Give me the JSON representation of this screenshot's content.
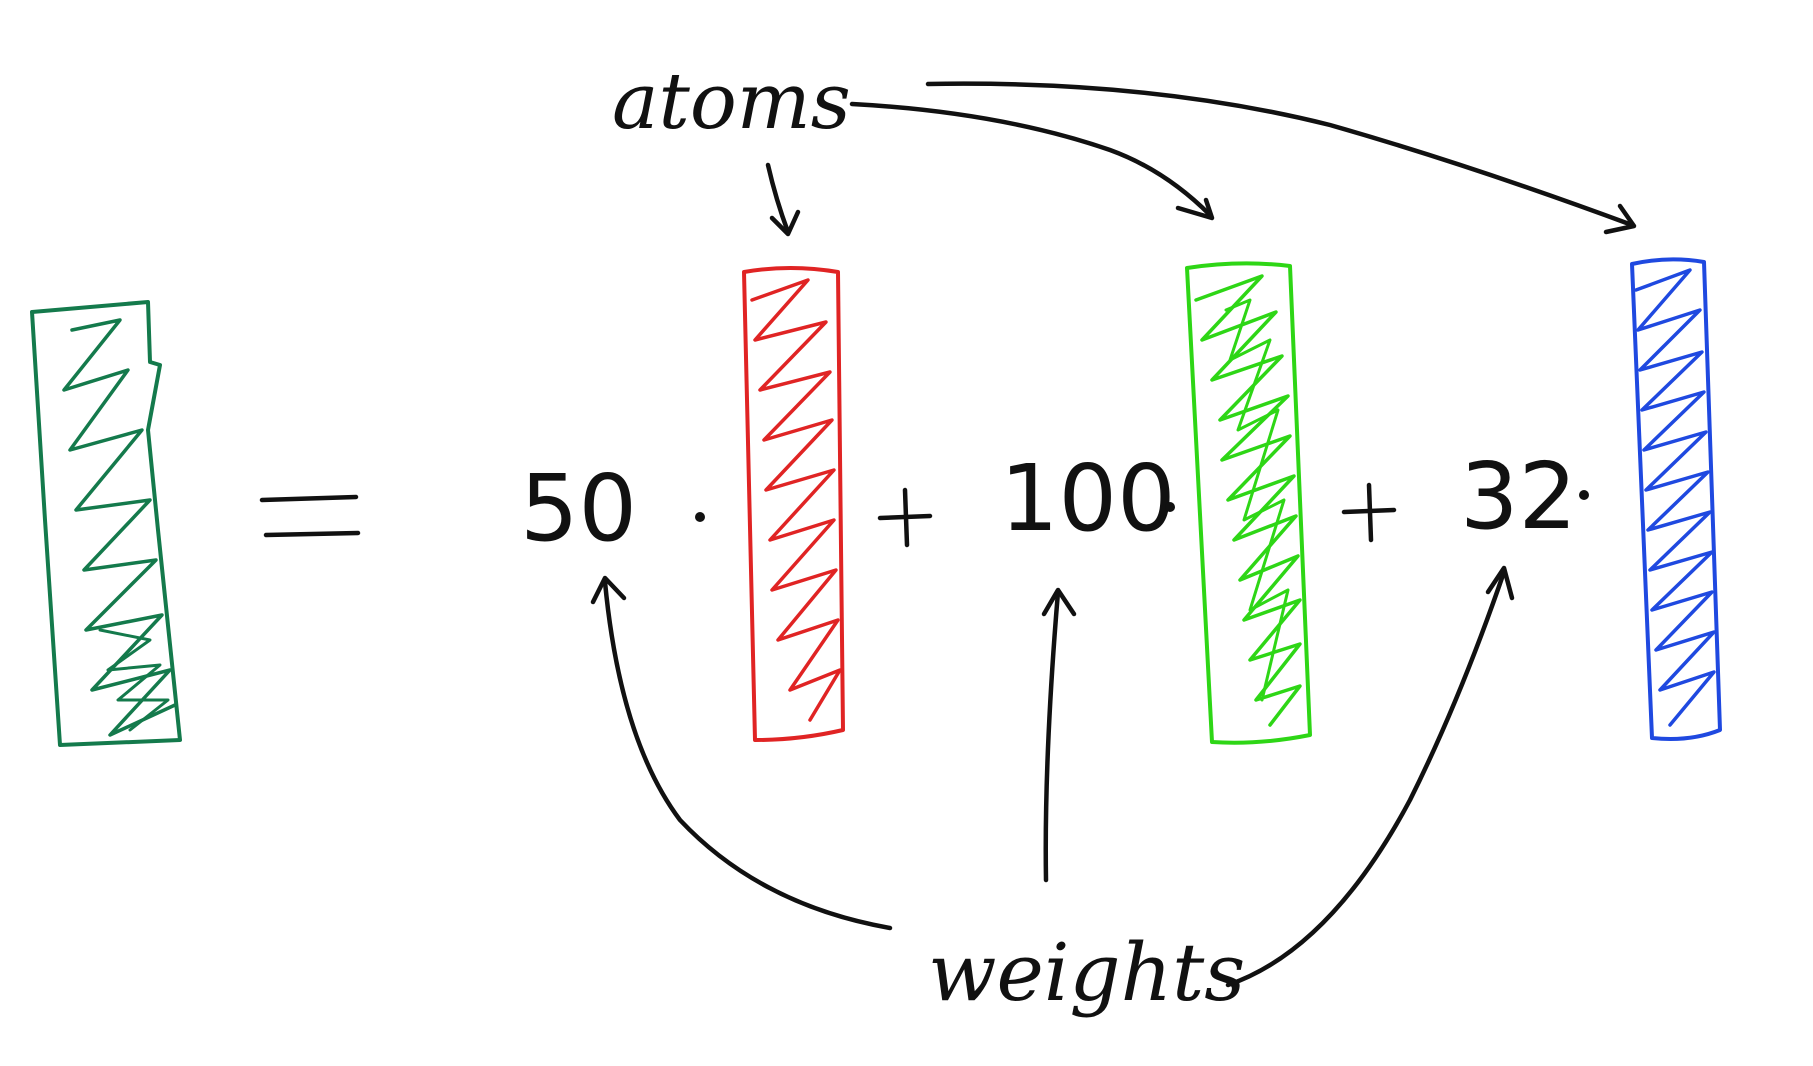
{
  "labels": {
    "atoms": "atoms",
    "weights": "weights"
  },
  "equation": {
    "equals": "=",
    "plus": "+",
    "dot": "·",
    "terms": [
      {
        "weight": "50",
        "atom_color": "#e02424"
      },
      {
        "weight": "100",
        "atom_color": "#2ed616"
      },
      {
        "weight": "32",
        "atom_color": "#1f49e0"
      }
    ],
    "result_color": "#147a4c"
  },
  "colors": {
    "ink": "#111111",
    "background": "#ffffff"
  }
}
